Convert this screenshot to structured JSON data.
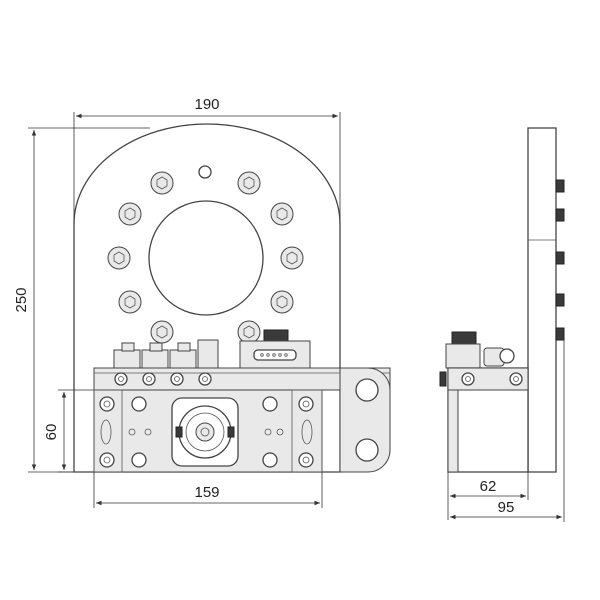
{
  "dimensions": {
    "overall_width": "190",
    "overall_height": "250",
    "base_height": "60",
    "base_width": "159",
    "side_depth": "62",
    "side_total_depth": "95"
  },
  "colors": {
    "line": "#444444",
    "fill_gray": "#e9e9e9",
    "fill_dark": "#3a3a3a"
  }
}
